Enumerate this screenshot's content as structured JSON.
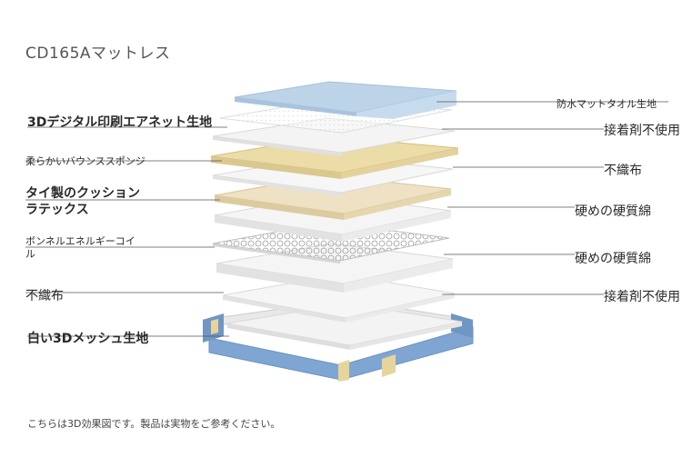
{
  "title": "CD165Aマットレス",
  "note": "こちらは3D効果図です。製品は実物をご参考ください。",
  "left_labels": [
    {
      "id": "l1",
      "text": "3Dデジタル印刷エアネット生地"
    },
    {
      "id": "l2",
      "text": "柔らかいバウンススポンジ"
    },
    {
      "id": "l3",
      "text": "タイ製のクッションラテックス"
    },
    {
      "id": "l4",
      "text": "ボンネルエネルギーコイル"
    },
    {
      "id": "l5",
      "text": "不織布"
    },
    {
      "id": "l6",
      "text": "白い3Dメッシュ生地"
    }
  ],
  "right_labels": [
    {
      "id": "r1",
      "text": "防水マットタオル生地"
    },
    {
      "id": "r2",
      "text": "接着剤不使用"
    },
    {
      "id": "r3",
      "text": "不織布"
    },
    {
      "id": "r4",
      "text": "硬めの硬質綿"
    },
    {
      "id": "r5",
      "text": "硬めの硬質綿"
    },
    {
      "id": "r6",
      "text": "接着剤不使用"
    }
  ],
  "colors": {
    "top_fabric": "#bcd3e8",
    "white_layer": "#f2f2f2",
    "sponge": "#ecdca8",
    "latex": "#eedfc0",
    "base_blue": "#7fa6d3",
    "line": "#555555"
  }
}
